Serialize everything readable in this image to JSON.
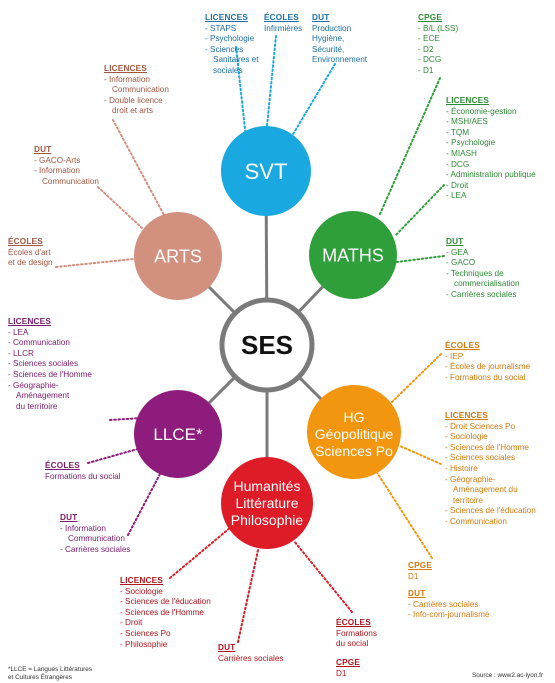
{
  "center": {
    "label": "SES"
  },
  "colors": {
    "svt": "#19a8e0",
    "maths": "#2e9f3a",
    "arts": "#d2907f",
    "llce": "#8e1c7c",
    "hg": "#f2960f",
    "human": "#de1c28",
    "center_ring": "#7a7a7a",
    "spoke": "#7a7a7a",
    "svt_text": "#1b6fa6",
    "maths_text": "#2e8a35",
    "arts_text": "#a15641",
    "llce_text": "#7b1a6a",
    "hg_text": "#d5790a",
    "human_text": "#b4131d"
  },
  "nodes": [
    {
      "id": "svt",
      "label": "SVT"
    },
    {
      "id": "maths",
      "label": "MATHS"
    },
    {
      "id": "arts",
      "label": "ARTS"
    },
    {
      "id": "llce",
      "label": "LLCE*"
    },
    {
      "id": "hg",
      "label": "HG Géopolitique Sciences Po"
    },
    {
      "id": "human",
      "label": "Humanités Littérature Philosophie"
    }
  ],
  "blocks": {
    "svt_licences": {
      "heading": "LICENCES",
      "items": [
        "- STAPS",
        "- Psychologie",
        "- Sciences",
        "Sanitaires et",
        "sociales"
      ]
    },
    "svt_ecoles": {
      "heading": "ÉCOLES",
      "items": [
        "Infirmières"
      ]
    },
    "svt_dut": {
      "heading": "DUT",
      "items": [
        "Production",
        "Hygiène,",
        "Sécurité,",
        "Environnement"
      ]
    },
    "maths_cpge": {
      "heading": "CPGE",
      "items": [
        "- B/L (LSS)",
        "- ECE",
        "- D2",
        "- DCG",
        "- D1"
      ]
    },
    "maths_licences": {
      "heading": "LICENCES",
      "items": [
        "- Économie-gestion",
        "- MSH/AES",
        "- TQM",
        "- Psychologie",
        "- MIASH",
        "- DCG",
        "- Administration publique",
        "- Droit",
        "- LEA"
      ]
    },
    "maths_dut": {
      "heading": "DUT",
      "items": [
        "- GEA",
        "- GACO",
        "- Techniques de",
        "commercialisation",
        "- Carrières sociales"
      ]
    },
    "arts_licences": {
      "heading": "LICENCES",
      "items": [
        "- Information",
        "Communication",
        "- Double licence",
        "droit et arts"
      ]
    },
    "arts_dut": {
      "heading": "DUT",
      "items": [
        "- GACO-Arts",
        "- Information",
        "Communication"
      ]
    },
    "arts_ecoles": {
      "heading": "ÉCOLES",
      "items": [
        "Écoles d'art",
        "et de design"
      ]
    },
    "llce_licences": {
      "heading": "LICENCES",
      "items": [
        "- LEA",
        "- Communication",
        "- LLCR",
        "- Sciences sociales",
        "- Sciences de l'Homme",
        "- Géographie-",
        "Aménagement",
        "du territoire"
      ]
    },
    "llce_ecoles": {
      "heading": "ÉCOLES",
      "items": [
        "Formations du social"
      ]
    },
    "llce_dut": {
      "heading": "DUT",
      "items": [
        "- Information",
        "Communication",
        "- Carrières sociales"
      ]
    },
    "hg_ecoles": {
      "heading": "ÉCOLES",
      "items": [
        "- IEP",
        "- Écoles de journalisme",
        "- Formations du social"
      ]
    },
    "hg_licences": {
      "heading": "LICENCES",
      "items": [
        "- Droit Sciences Po",
        "- Sociologie",
        "- Sciences de l'Homme",
        "- Sciences sociales",
        "- Histoire",
        "- Géographie-",
        "Aménagement du",
        "territoire",
        "- Sciences de l'éducation",
        "- Communication"
      ]
    },
    "hg_cpge": {
      "heading": "CPGE",
      "items": [
        "D1"
      ]
    },
    "hg_dut": {
      "heading": "DUT",
      "items": [
        "- Carrières sociales",
        "- Info-com-journalisme"
      ]
    },
    "human_licences": {
      "heading": "LICENCES",
      "items": [
        "- Sociologie",
        "- Sciences de l'éducation",
        "- Sciences de l'Homme",
        "- Droit",
        "- Sciences Po",
        "- Philosophie"
      ]
    },
    "human_dut": {
      "heading": "DUT",
      "items": [
        "Carrières sociales"
      ]
    },
    "human_ecoles": {
      "heading": "ÉCOLES",
      "items": [
        "Formations",
        "du social"
      ]
    },
    "human_cpge": {
      "heading": "CPGE",
      "items": [
        "D1"
      ]
    }
  },
  "footnote": {
    "lines": [
      "*LLCE = Langues Littératures",
      "et Cultures Étrangères"
    ]
  },
  "source": "Source : www2.ac-lyon.fr"
}
